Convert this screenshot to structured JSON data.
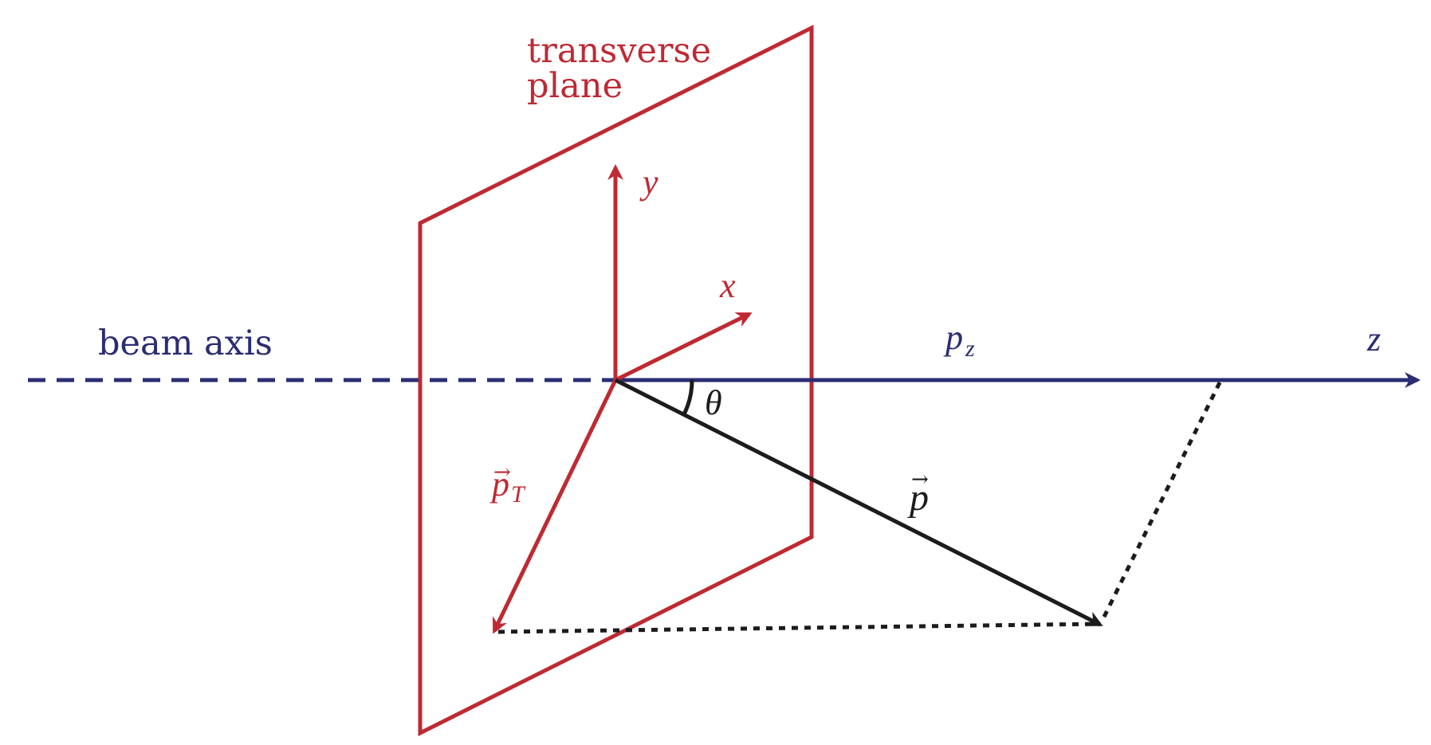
{
  "labels": {
    "plane_line1": "transverse",
    "plane_line2": "plane",
    "beam_axis": "beam axis",
    "y_axis": "y",
    "x_axis": "x",
    "z_axis": "z",
    "pz_base": "p",
    "pz_sub": "z",
    "theta": "θ",
    "p_vec": "p",
    "pt_base": "p",
    "pt_sub": "T",
    "vector_arrow": "→"
  },
  "colors": {
    "red": "#BE2A33",
    "blue": "#2B2D73",
    "black": "#1c1c1c"
  }
}
